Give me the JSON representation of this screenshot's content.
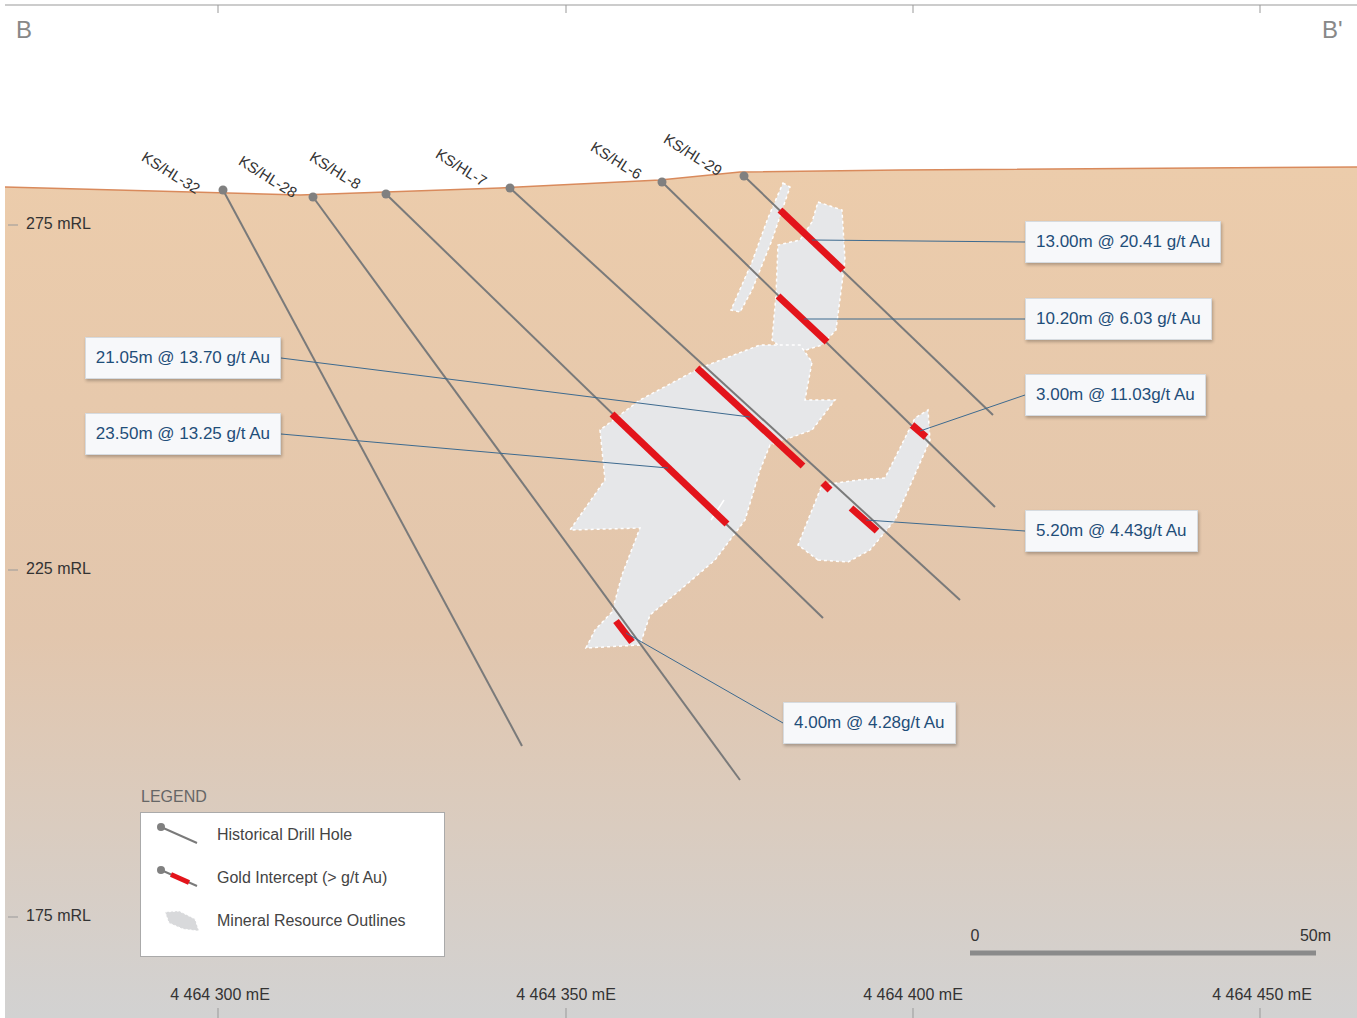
{
  "diagram": {
    "nodes": [
      {
        "text": [
          "13.00m @ 20.41 g/t Au"
        ]
      },
      {
        "text": [
          "10.20m @ 6.03 g/t Au"
        ]
      },
      {
        "text": [
          "21.05m @ 13.70 g/t Au"
        ]
      },
      {
        "text": [
          "3.00m @ 11.03g/t Au"
        ]
      },
      {
        "text": [
          "23.50m @ 13.25 g/t Au"
        ]
      },
      {
        "text": [
          "5.20m @ 4.43g/t Au"
        ]
      },
      {
        "text": [
          "4.00m @ 4.28g/t Au"
        ]
      }
    ],
    "edges": [],
    "labels": [
      "B",
      "B'",
      "KS/HL-32",
      "KS/HL-28",
      "KS/HL-8",
      "KS/HL-7",
      "KS/HL-6",
      "KS/HL-29",
      "275 mRL",
      "225 mRL",
      "175 mRL",
      "4 464 300 mE",
      "4 464 350 mE",
      "4 464 400 mE",
      "4 464 450 mE",
      "0",
      "50m",
      "LEGEND"
    ],
    "legend": [
      {
        "text": "Historical Drill Hole"
      },
      {
        "text": "Gold Intercept (> g/t Au)"
      },
      {
        "text": "Mineral Resource Outlines"
      }
    ]
  }
}
